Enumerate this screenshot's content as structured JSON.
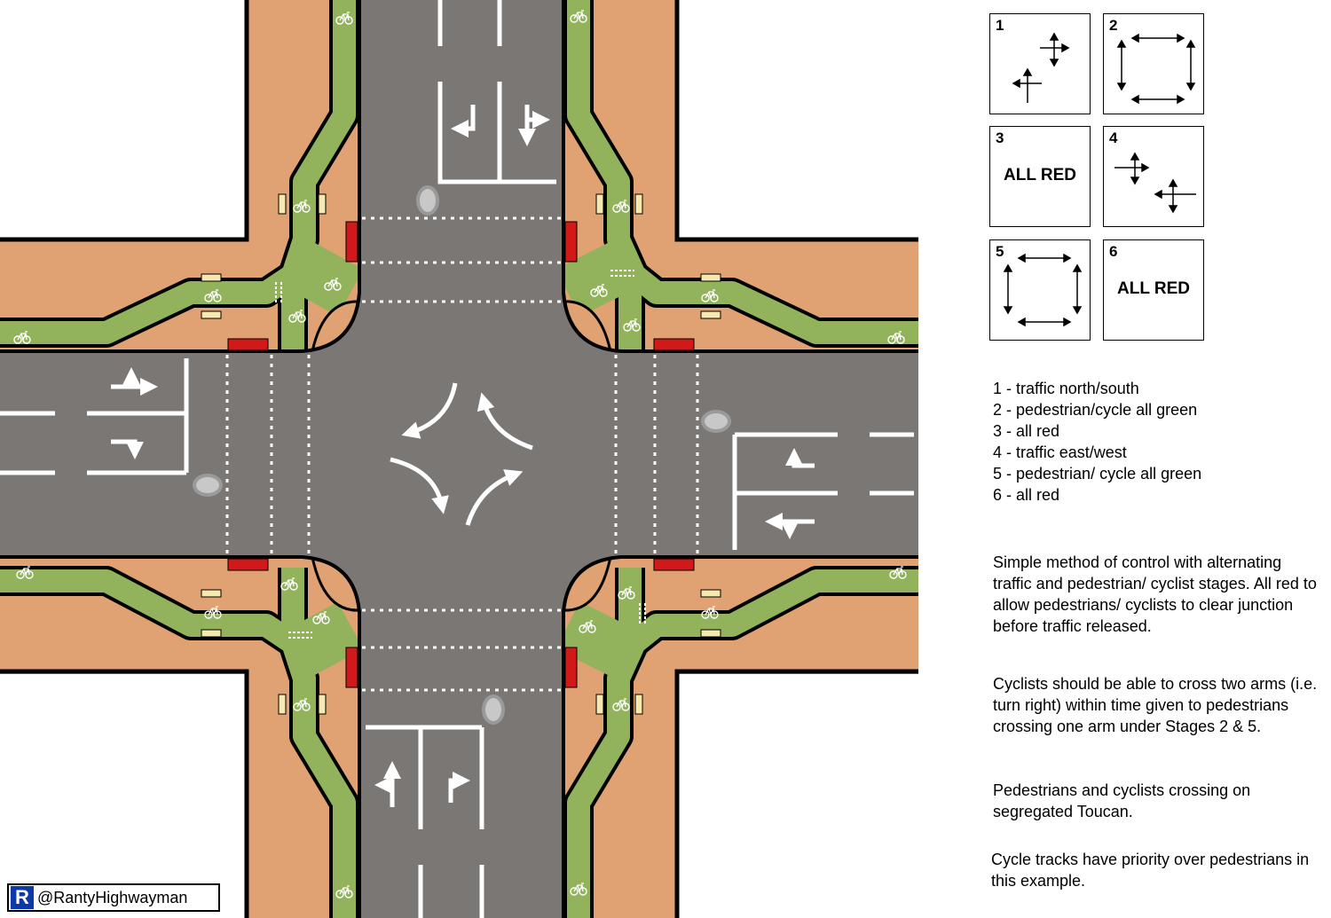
{
  "stages": [
    {
      "number": "1",
      "label": ""
    },
    {
      "number": "2",
      "label": ""
    },
    {
      "number": "3",
      "label": "ALL RED"
    },
    {
      "number": "4",
      "label": ""
    },
    {
      "number": "5",
      "label": ""
    },
    {
      "number": "6",
      "label": "ALL RED"
    }
  ],
  "legend": [
    "1 - traffic north/south",
    "2 - pedestrian/cycle all green",
    "3 - all red",
    "4 - traffic east/west",
    "5 - pedestrian/ cycle all green",
    "6 - all red"
  ],
  "notes": [
    "Simple method of control with alternating traffic and pedestrian/ cyclist stages. All red to allow pedestrians/ cyclists to clear junction before traffic released.",
    "Cyclists should be able to cross two arms (i.e. turn right) within time given to pedestrians crossing one arm under Stages 2 & 5.",
    "Pedestrians and cyclists crossing on segregated Toucan.",
    "Cycle tracks have priority over pedestrians in this example."
  ],
  "credit": {
    "logo": "R",
    "handle": "@RantyHighwayman"
  },
  "icons": [
    "bicycle-icon",
    "turn-arrow-icon",
    "straight-arrow-icon",
    "bidirectional-arrow-icon",
    "traffic-island-icon",
    "signal-head-icon"
  ],
  "colors": {
    "road": "#7a7775",
    "footway": "#e0a173",
    "cycle_track": "#92b35c",
    "signal_red": "#d21919",
    "credit_logo": "#0b3aa8"
  }
}
